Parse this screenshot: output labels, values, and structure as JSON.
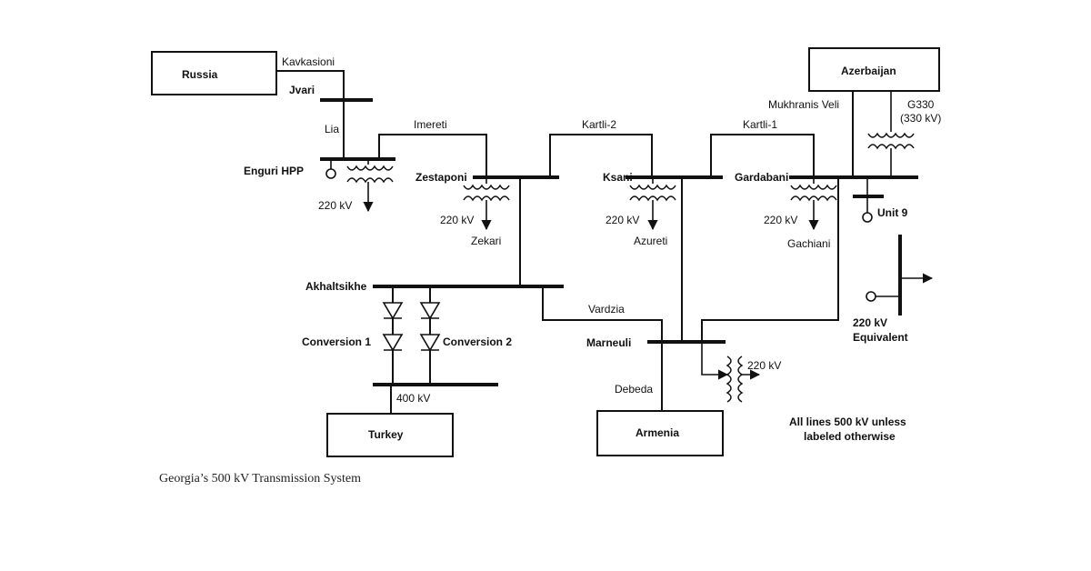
{
  "entities": {
    "russia": "Russia",
    "azerbaijan": "Azerbaijan",
    "turkey": "Turkey",
    "armenia": "Armenia"
  },
  "buses": {
    "jvari": "Jvari",
    "enguri": "Enguri HPP",
    "zestaponi": "Zestaponi",
    "ksani": "Ksani",
    "gardabani": "Gardabani",
    "akhaltsikhe": "Akhaltsikhe",
    "marneuli": "Marneuli",
    "unit9": "Unit 9"
  },
  "lines": {
    "kavkasioni": "Kavkasioni",
    "lia": "Lia",
    "imereti": "Imereti",
    "kartli2": "Kartli-2",
    "kartli1": "Kartli-1",
    "mukhranis": "Mukhranis Veli",
    "vardzia": "Vardzia",
    "debeda": "Debeda"
  },
  "loads": {
    "zekari": "Zekari",
    "azureti": "Azureti",
    "gachiani": "Gachiani"
  },
  "transformers": {
    "g330": "G330",
    "g330_kv": "(330 kV)"
  },
  "voltages": {
    "kv220_enguri": "220 kV",
    "kv220_zestaponi": "220 kV",
    "kv220_ksani": "220 kV",
    "kv220_gardabani": "220 kV",
    "kv220_marneuli": "220 kV",
    "kv400": "400 kV"
  },
  "converters": {
    "conv1": "Conversion 1",
    "conv2": "Conversion 2"
  },
  "equivalent": {
    "line1": "220 kV",
    "line2": "Equivalent"
  },
  "note": {
    "line1": "All lines 500 kV unless",
    "line2": "labeled otherwise"
  },
  "caption": "Georgia’s 500 kV Transmission System"
}
